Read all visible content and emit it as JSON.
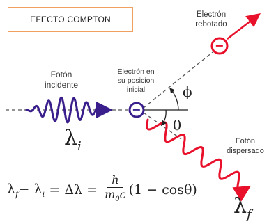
{
  "title": "EFECTO COMPTON",
  "labels": {
    "electron_rebotado": [
      "Electrón",
      "rebotado"
    ],
    "foton_incidente": [
      "Fotón",
      "incidente"
    ],
    "electron_inicial": [
      "Electrón en",
      "su posicion",
      "inicial"
    ],
    "foton_dispersado": [
      "Fotón",
      "dispersado"
    ]
  },
  "symbols": {
    "lambda_i": "λ",
    "lambda_i_sub": "i",
    "lambda_f": "λ",
    "lambda_f_sub": "f",
    "phi": "ϕ",
    "theta": "θ",
    "electron_sign": "−"
  },
  "equation": {
    "lhs": "λ",
    "lhs_sub1": "f",
    "minus": " − λ",
    "lhs_sub2": "i",
    "middle": " = Δλ = ",
    "numerator": "h",
    "denominator": "m",
    "denominator_sub": "0",
    "denominator_tail": "c",
    "rhs": "(1 − cosθ)"
  },
  "colors": {
    "incident_photon": "#3a1f8c",
    "scattered_photon": "#e8102a",
    "electron": "#e8102a",
    "electron_initial": "#3a1f8c",
    "title_border": "#f0a060"
  }
}
